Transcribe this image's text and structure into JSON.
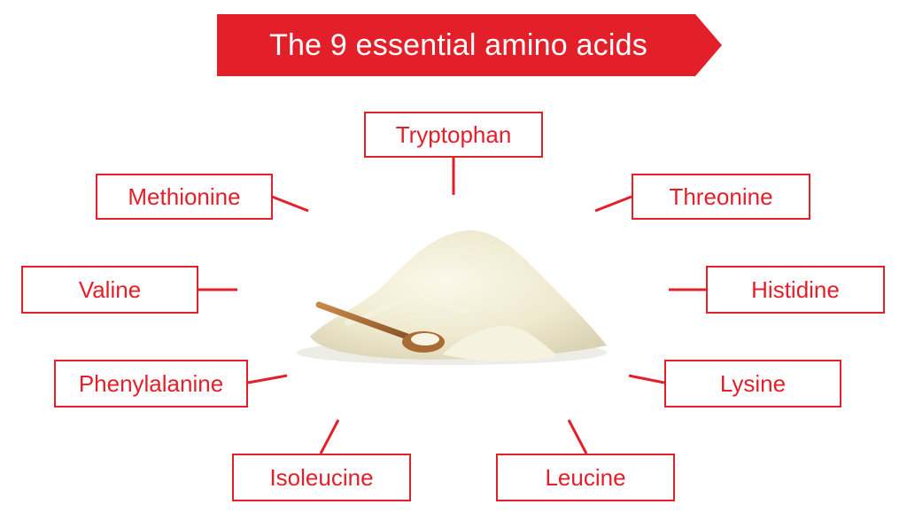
{
  "title": "The 9 essential amino acids",
  "colors": {
    "accent": "#e3202a",
    "background": "#ffffff"
  },
  "labels": {
    "tryptophan": "Tryptophan",
    "methionine": "Methionine",
    "threonine": "Threonine",
    "valine": "Valine",
    "histidine": "Histidine",
    "phenylalanine": "Phenylalanine",
    "lysine": "Lysine",
    "isoleucine": "Isoleucine",
    "leucine": "Leucine"
  },
  "illustration": {
    "subject": "powder-pile-with-wooden-spoon"
  }
}
